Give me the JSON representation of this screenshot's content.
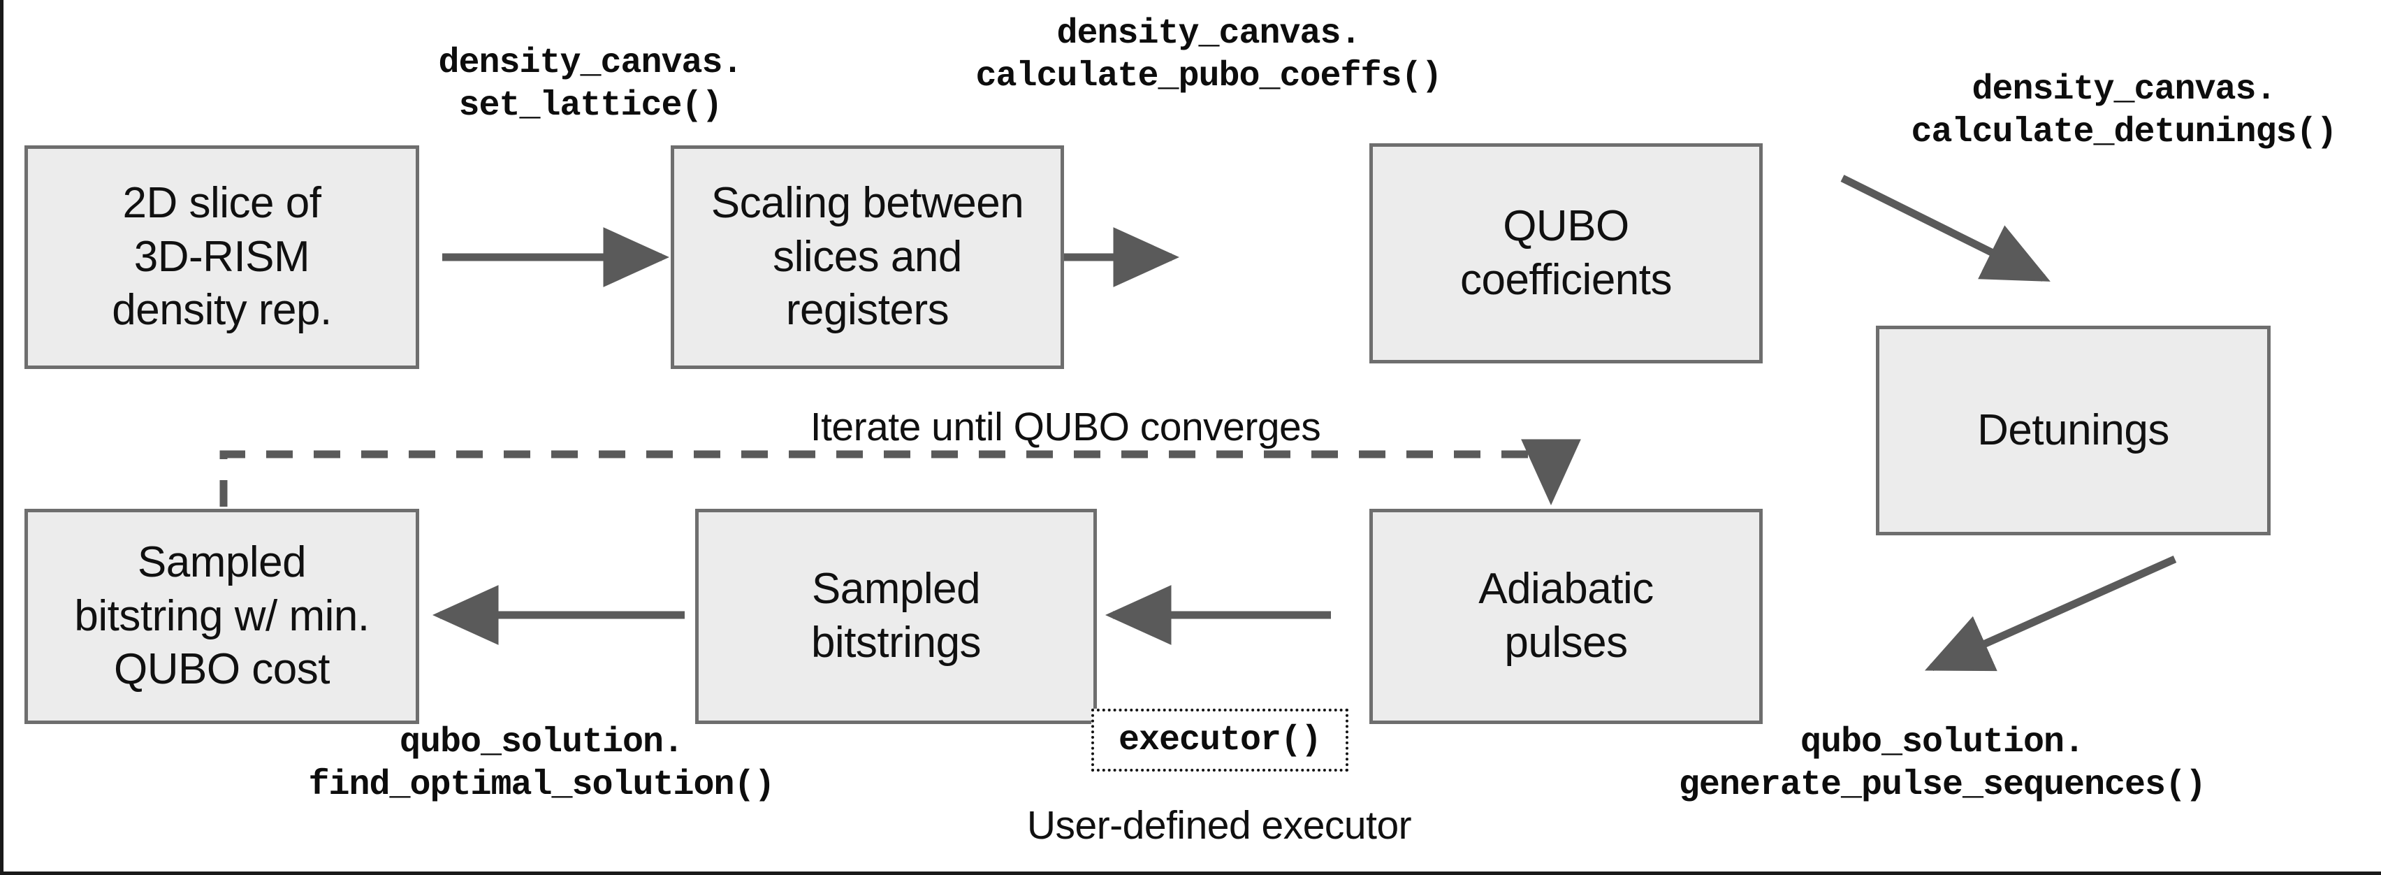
{
  "diagram": {
    "nodes": [
      {
        "id": "density-slice",
        "label": "2D slice of\n3D-RISM\ndensity rep."
      },
      {
        "id": "scaling",
        "label": "Scaling between\nslices and\nregisters"
      },
      {
        "id": "qubo-coefficients",
        "label": "QUBO\ncoefficients"
      },
      {
        "id": "detunings",
        "label": "Detunings"
      },
      {
        "id": "adiabatic-pulses",
        "label": "Adiabatic\npulses"
      },
      {
        "id": "sampled-bitstrings",
        "label": "Sampled\nbitstrings"
      },
      {
        "id": "min-qubo-bitstring",
        "label": "Sampled\nbitstring w/ min.\nQUBO cost"
      }
    ],
    "code_labels": [
      {
        "id": "set-lattice",
        "text": "density_canvas.\nset_lattice()"
      },
      {
        "id": "calculate-pubo-coeffs",
        "text": "density_canvas.\ncalculate_pubo_coeffs()"
      },
      {
        "id": "calculate-detunings",
        "text": "density_canvas.\ncalculate_detunings()"
      },
      {
        "id": "generate-pulse-sequences",
        "text": "qubo_solution.\ngenerate_pulse_sequences()"
      },
      {
        "id": "find-optimal-solution",
        "text": "qubo_solution.\nfind_optimal_solution()"
      }
    ],
    "executor": {
      "code": "executor()",
      "caption": "User-defined executor"
    },
    "loop": {
      "label": "Iterate until QUBO converges"
    },
    "colors": {
      "node_fill": "#ececec",
      "node_border": "#6e6e6e",
      "arrow": "#5a5a5a",
      "text": "#101010",
      "page_border": "#1a1a1a"
    }
  }
}
